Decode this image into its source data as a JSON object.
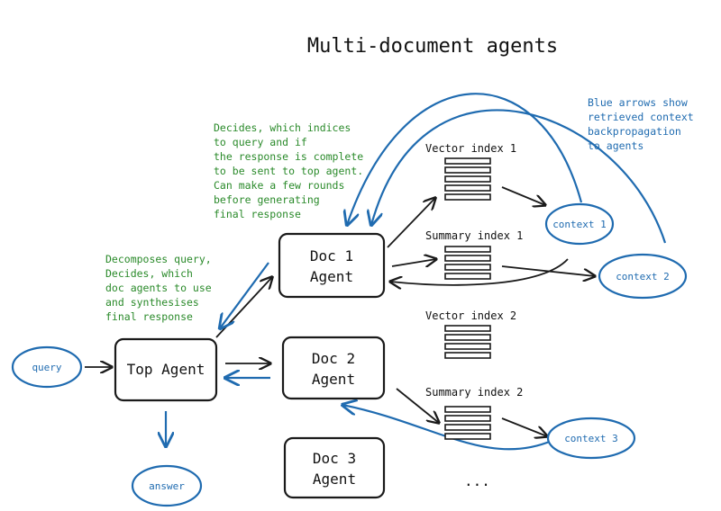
{
  "title": "Multi-document agents",
  "nodes": {
    "top_agent": "Top Agent",
    "doc1": [
      "Doc 1",
      "Agent"
    ],
    "doc2": [
      "Doc 2",
      "Agent"
    ],
    "doc3": [
      "Doc 3",
      "Agent"
    ]
  },
  "io": {
    "query": "query",
    "answer": "answer"
  },
  "indices": {
    "vector1": "Vector index 1",
    "summary1": "Summary index 1",
    "vector2": "Vector index 2",
    "summary2": "Summary index 2",
    "more": "..."
  },
  "contexts": {
    "c1": "context 1",
    "c2": "context 2",
    "c3": "context 3"
  },
  "notes": {
    "doc_agent": [
      "Decides, which indices",
      "to query and if",
      "the response is complete",
      "to be sent to top agent.",
      "Can make a few rounds",
      "before generating",
      "final response"
    ],
    "top_agent": [
      "Decomposes query,",
      "Decides, which",
      "doc agents to use",
      "and synthesises",
      " final response"
    ],
    "blue_arrows": [
      "Blue arrows show",
      "retrieved context",
      "backpropagation",
      "to agents"
    ]
  },
  "colors": {
    "ink": "#1a1a1a",
    "blue": "#1f6bb0",
    "green": "#2a8a2a"
  }
}
